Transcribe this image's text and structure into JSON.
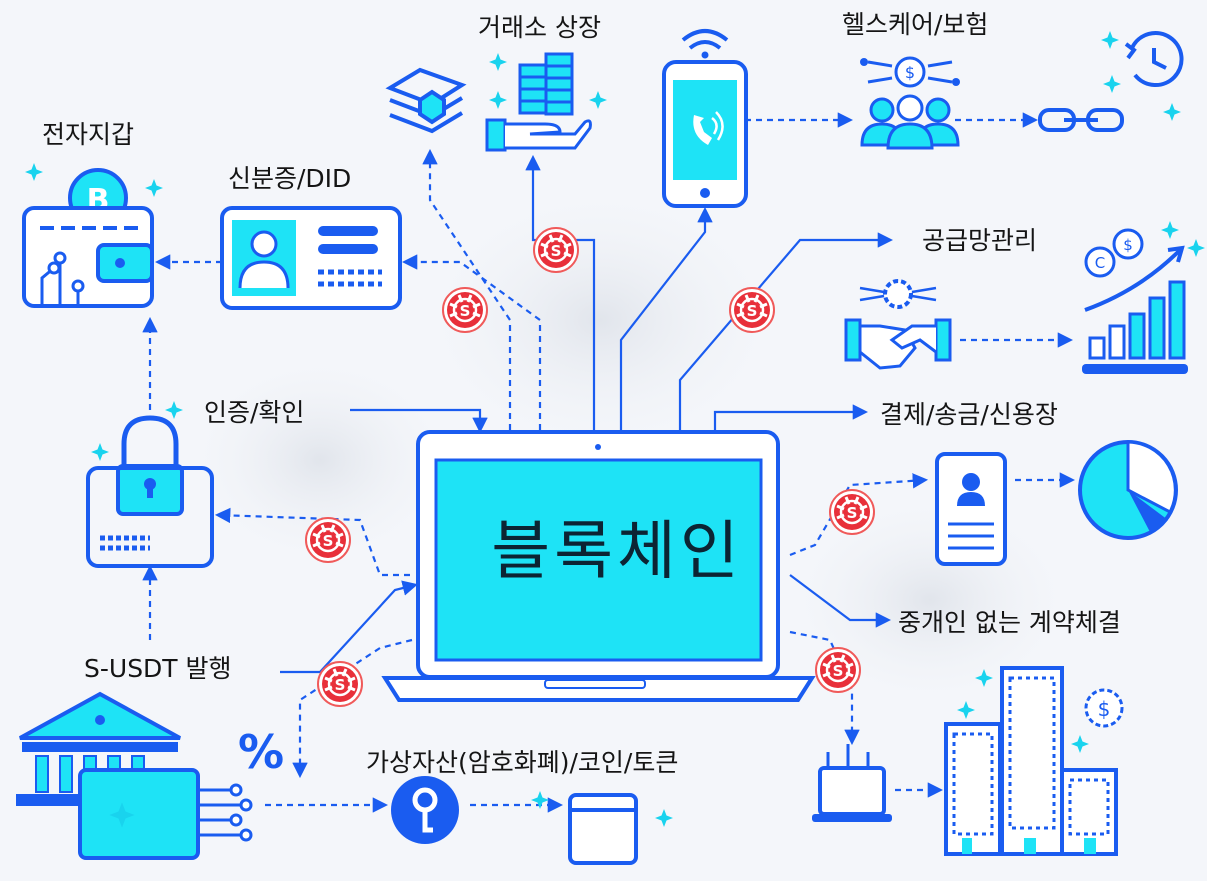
{
  "center": {
    "label": "블록체인"
  },
  "labels": {
    "exchange": "거래소 상장",
    "healthcare": "헬스케어/보험",
    "wallet": "전자지갑",
    "identity": "신분증/DID",
    "supply_chain": "공급망관리",
    "auth": "인증/확인",
    "payment": "결제/송금/신용장",
    "contract": "중개인 없는 계약체결",
    "issuance": "S-USDT 발행",
    "assets": "가상자산(암호화폐)/코인/토큰"
  },
  "badge": {
    "symbol": "S",
    "color": "#e8303a"
  },
  "accent": {
    "blue": "#1a5cf0",
    "cyan": "#19d3ee",
    "screen": "#1ee3f6"
  },
  "percent_sign": "%"
}
